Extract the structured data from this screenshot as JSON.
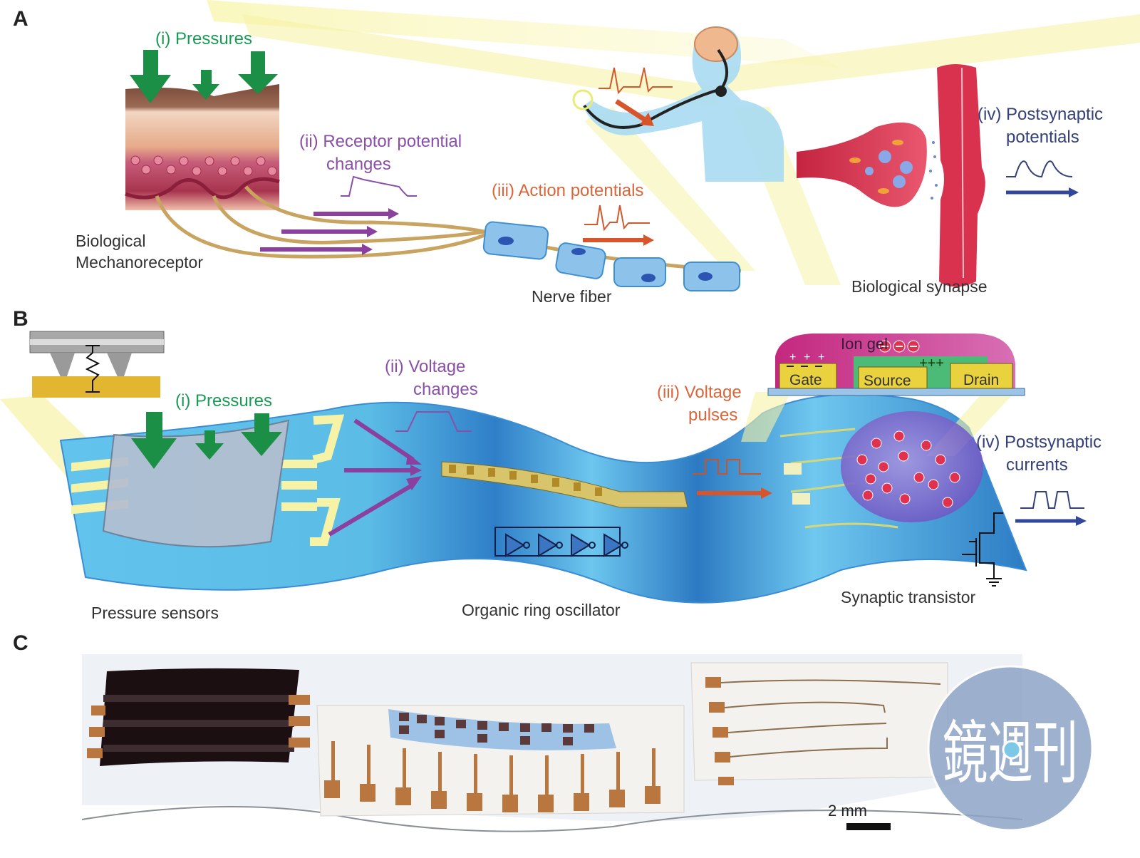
{
  "panels": {
    "A": {
      "letter": "A",
      "pressures": "(i) Pressures",
      "receptor_line1": "(ii) Receptor potential",
      "receptor_line2": "changes",
      "action": "(iii) Action potentials",
      "postsyn_line1": "(iv) Postsynaptic",
      "postsyn_line2": "potentials",
      "mechano_line1": "Biological",
      "mechano_line2": "Mechanoreceptor",
      "nerve": "Nerve fiber",
      "synapse": "Biological synapse"
    },
    "B": {
      "letter": "B",
      "pressures": "(i) Pressures",
      "voltage_changes_line1": "(ii) Voltage",
      "voltage_changes_line2": "changes",
      "voltage_pulses_line1": "(iii) Voltage",
      "voltage_pulses_line2": "pulses",
      "postsyn_line1": "(iv) Postsynaptic",
      "postsyn_line2": "currents",
      "ion_gel": "Ion gel",
      "gate": "Gate",
      "source": "Source",
      "drain": "Drain",
      "plus3": "+++",
      "pressure_sensors": "Pressure sensors",
      "ring_oscillator": "Organic ring oscillator",
      "synaptic_transistor": "Synaptic transistor"
    },
    "C": {
      "letter": "C",
      "scale_bar": "2 mm"
    }
  },
  "watermark": {
    "text": "鏡週刊"
  },
  "colors": {
    "green": "#1a9a55",
    "purple": "#8a4fa8",
    "orange": "#d8663a",
    "navy": "#33407a",
    "substrate_blue": "#5fc0ea",
    "glow_yellow": "#f5f2a0",
    "copper": "#b9773f"
  }
}
